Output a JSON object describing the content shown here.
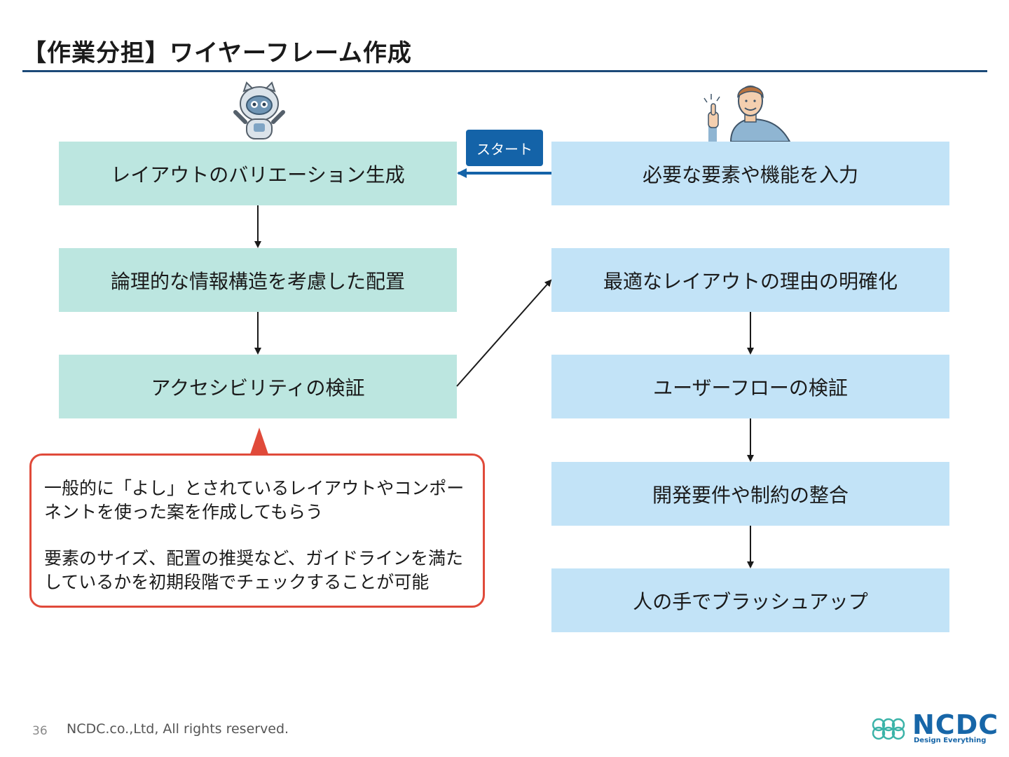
{
  "page": {
    "title": "【作業分担】ワイヤーフレーム作成",
    "page_number": "36",
    "copyright": "NCDC.co.,Ltd, All rights reserved."
  },
  "ai_column": {
    "avatar": "robot-icon",
    "steps": [
      "レイアウトのバリエーション生成",
      "論理的な情報構造を考慮した配置",
      "アクセシビリティの検証"
    ]
  },
  "human_column": {
    "avatar": "person-thumbs-up-icon",
    "steps": [
      "必要な要素や機能を入力",
      "最適なレイアウトの理由の明確化",
      "ユーザーフローの検証",
      "開発要件や制約の整合",
      "人の手でブラッシュアップ"
    ]
  },
  "start_badge": "スタート",
  "note": {
    "paragraphs": [
      "一般的に「よし」とされているレイアウトやコンポーネントを使った案を作成してもらう",
      "要素のサイズ、配置の推奨など、ガイドラインを満たしているかを初期段階でチェックすることが可能"
    ]
  },
  "logo": {
    "name": "NCDC",
    "tagline": "Design Everything"
  },
  "colors": {
    "title_rule": "#1c4a78",
    "ai_box": "#bce6e0",
    "human_box": "#c2e3f7",
    "start_badge": "#1463a8",
    "note_border": "#e04a3a",
    "brand": "#1766a8"
  }
}
